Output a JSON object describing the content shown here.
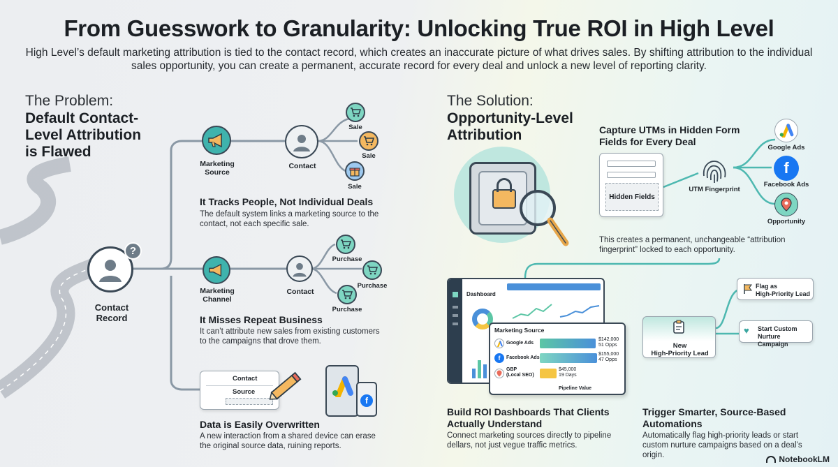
{
  "header": {
    "title": "From Guesswork to Granularity: Unlocking True ROI in High Level",
    "intro": "High Level’s default marketing attribution is tied to the contact record, which creates an inaccurate picture of what drives sales. By shifting attribution to the individual sales opportunity, you can create a permanent, accurate record for every deal and unlock a new level of reporting clarity."
  },
  "problem": {
    "kicker": "The Problem:",
    "heading_line1": "Default Contact-",
    "heading_line2": "Level Attribution",
    "heading_line3": "is Flawed",
    "contact_record_line1": "Contact",
    "contact_record_line2": "Record",
    "row1": {
      "source_line1": "Marketing",
      "source_line2": "Source",
      "contact": "Contact",
      "outcomes": [
        "Sale",
        "Sale",
        "Sale"
      ],
      "title": "It Tracks People, Not Individual Deals",
      "text": "The default system links a marketing source to the contact, not each specific sale."
    },
    "row2": {
      "source_line1": "Marketing",
      "source_line2": "Channel",
      "contact": "Contact",
      "outcomes": [
        "Purchase",
        "Purchase",
        "Purchase"
      ],
      "title": "It Misses Repeat Business",
      "text": "It can’t attribute new sales from existing customers to the campaigns that drove them."
    },
    "row3": {
      "field1": "Contact",
      "field2": "Source",
      "title": "Data is Easily Overwritten",
      "text": "A new interaction from a shared device can erase the original source data, ruining reports."
    }
  },
  "solution": {
    "kicker": "The Solution:",
    "heading_line1": "Opportunity-Level",
    "heading_line2": "Attribution",
    "capture_title_line1": "Capture UTMs in Hidden Form",
    "capture_title_line2": "Fields for Every Deal",
    "hidden_fields": "Hidden Fields",
    "fingerprint": "UTM Fingerprint",
    "channels": [
      "Google Ads",
      "Facebook Ads",
      "Opportunity"
    ],
    "capture_text": "This creates a permanent, unchangeable “attribution fingerprint” locked to each opportunity.",
    "dashboard": {
      "label": "Dashboard",
      "panel_title": "Marketing Source",
      "rows": [
        {
          "source": "Google Ads",
          "amount": "$142,000",
          "detail": "51 Opps"
        },
        {
          "source": "Facebook Ads",
          "amount": "$155,000",
          "detail": "47 Opps"
        },
        {
          "source": "GBP (Local SEO)",
          "source_line1": "GBP",
          "source_line2": "(Local SEO)",
          "amount": "$45,000",
          "detail": "19 Days"
        }
      ],
      "axis_label": "Pipeline Value"
    },
    "roi_title_line1": "Build ROI Dashboards That Clients",
    "roi_title_line2": "Actually Understand",
    "roi_text": "Connect marketing sources directly to pipeline dellars, not just vegue traffic metrics.",
    "automation": {
      "lead_line1": "New",
      "lead_line2": "High-Priority Lead",
      "flag_line1": "Flag as",
      "flag_line2": "High-Priority Lead",
      "nurture_line1": "Start Custom",
      "nurture_line2": "Nurture Campaign"
    },
    "auto_title_line1": "Trigger Smarter, Source-Based",
    "auto_title_line2": "Automations",
    "auto_text": "Automatically flag high-priority leads or start custom nurture campaigns based on a deal’s origin."
  },
  "footer": {
    "brand": "NotebookLM"
  },
  "colors": {
    "accent_teal": "#3aa6a0",
    "line_gray": "#8a98a5",
    "cart_green": "#7ed6c2",
    "cart_orange": "#f4b860",
    "google_blue": "#4285f4",
    "facebook_blue": "#1877f2",
    "bar_green": "#5cc6a5",
    "bar_blue": "#4a90d9",
    "bar_yellow": "#f5c542"
  }
}
